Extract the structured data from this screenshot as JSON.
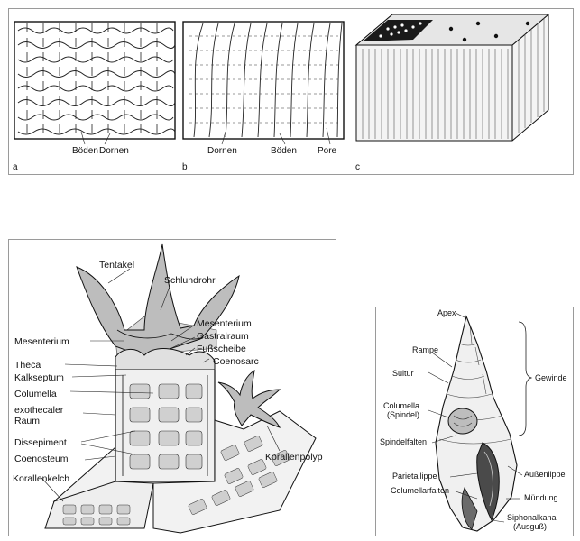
{
  "figure_top": {
    "panels": [
      {
        "letter": "a",
        "labels": [
          "Böden",
          "Dornen"
        ]
      },
      {
        "letter": "b",
        "labels": [
          "Dornen",
          "Böden",
          "Pore"
        ]
      },
      {
        "letter": "c",
        "labels": []
      }
    ]
  },
  "coral_diagram": {
    "labels": {
      "tentakel": "Tentakel",
      "schlundrohr": "Schlundrohr",
      "mesenterium_left": "Mesenterium",
      "mesenterium_right": "Mesenterium",
      "gastralraum": "Gastralraum",
      "fussscheibe": "Fußscheibe",
      "coenosarc": "Coenosarc",
      "theca": "Theca",
      "kalkseptum": "Kalkseptum",
      "columella": "Columella",
      "exothecaler_1": "exothecaler",
      "exothecaler_2": "Raum",
      "dissepiment": "Dissepiment",
      "coenosteum": "Coenosteum",
      "korallenkelch": "Korallenkelch",
      "korallenpolyp": "Korallenpolyp"
    }
  },
  "shell_diagram": {
    "labels": {
      "apex": "Apex",
      "rampe": "Rampe",
      "sultur": "Sultur",
      "gewinde": "Gewinde",
      "columella_1": "Columella",
      "columella_2": "(Spindel)",
      "spindelfalten": "Spindelfalten",
      "parietallippe": "Parietallippe",
      "aussenlippe": "Außenlippe",
      "columellarfalten": "Columellarfalten",
      "muendung": "Mündung",
      "siphonalkanal_1": "Siphonalkanal",
      "siphonalkanal_2": "(Ausguß)"
    }
  }
}
